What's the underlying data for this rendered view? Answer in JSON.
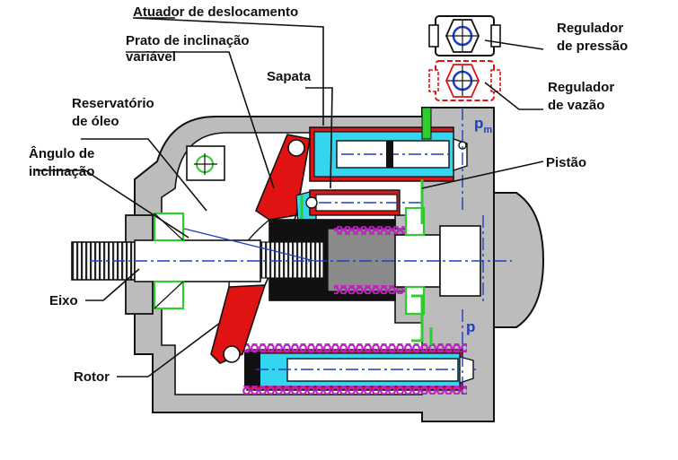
{
  "labels": {
    "atuador": "Atuador de deslocamento",
    "prato_line1": "Prato de inclinação",
    "prato_line2": "variável",
    "sapata": "Sapata",
    "reservatorio_line1": "Reservatório",
    "reservatorio_line2": "de óleo",
    "angulo_line1": "Ângulo de",
    "angulo_line2": "inclinação",
    "eixo": "Eixo",
    "rotor": "Rotor",
    "pistao": "Pistão",
    "reg_pressao_line1": "Regulador",
    "reg_pressao_line2": "de pressão",
    "reg_vazao_line1": "Regulador",
    "reg_vazao_line2": "de vazão"
  },
  "symbols": {
    "pm_main": "p",
    "pm_sub": "m",
    "p": "p"
  },
  "colors": {
    "housing": "#bcbcbc",
    "housing_dark": "#8a8a8a",
    "swashplate": "#e01212",
    "actuator": "#33d6ee",
    "actuator_red": "#d81818",
    "spring": "#c020c0",
    "seal": "#2ecc2e",
    "axis": "#1d3fbf",
    "outline": "#111111"
  }
}
